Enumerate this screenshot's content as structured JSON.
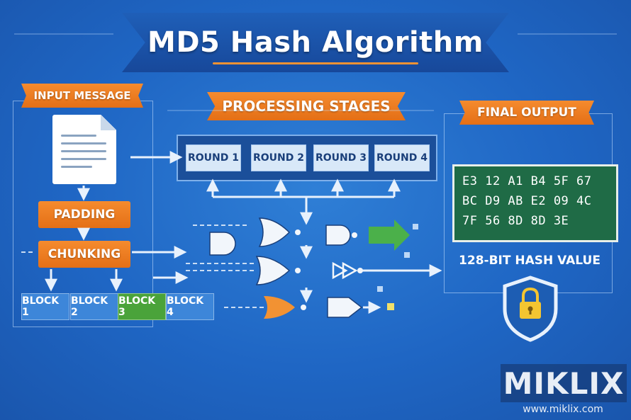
{
  "title": "MD5 Hash Algorithm",
  "sections": {
    "input": "INPUT MESSAGE",
    "processing": "PROCESSING STAGES",
    "output": "FINAL OUTPUT"
  },
  "steps": {
    "padding": "PADDING",
    "chunking": "CHUNKING"
  },
  "blocks": [
    "BLOCK 1",
    "BLOCK 2",
    "BLOCK 3",
    "BLOCK 4"
  ],
  "rounds": [
    "ROUND 1",
    "ROUND 2",
    "ROUND 3",
    "ROUND 4"
  ],
  "hash_lines": [
    "E3 12 A1 B4 5F 67",
    "BC D9 AB E2 09 4C",
    "7F 56 8D 8D 3E"
  ],
  "hash_label": "128-BIT HASH VALUE",
  "logo": {
    "name": "MIKLIX",
    "url": "www.miklix.com"
  },
  "icons": [
    "document-icon",
    "padlock-shield-icon"
  ],
  "colors": {
    "accent_orange": "#f08a2c",
    "background_blue": "#2470cc",
    "hash_green": "#1f6b46",
    "block_green": "#4aa33a"
  }
}
